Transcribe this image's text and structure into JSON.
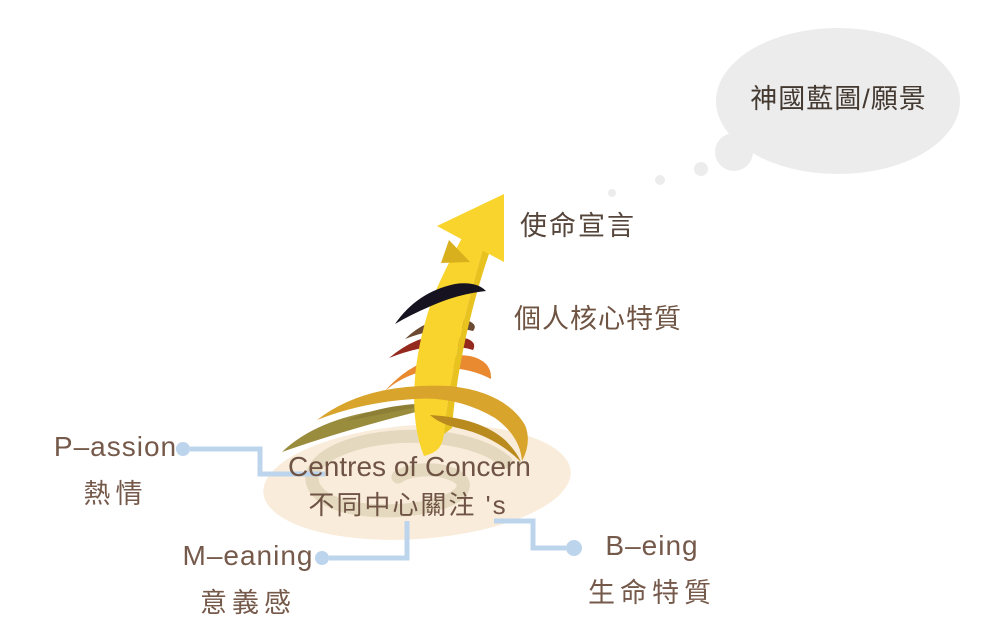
{
  "bubble": {
    "text": "神國藍圖/願景"
  },
  "arrow_labels": {
    "mission": "使命宣言",
    "core": "個人核心特質"
  },
  "base": {
    "en": "Centres of Concern",
    "zh": "不同中心關注 's"
  },
  "callouts": {
    "passion": {
      "en": "P–assion",
      "zh": "熱情"
    },
    "meaning": {
      "en": "M–eaning",
      "zh": "意義感"
    },
    "being": {
      "en": "B–eing",
      "zh": "生命特質"
    }
  },
  "colors": {
    "bubble_gray": "#ECECEC",
    "bubble_text": "#433931",
    "label_brown": "#6F5344",
    "mission_brown": "#55453B",
    "base_cream": "#F9ECDA",
    "base_swirl": "#E4D8BF",
    "connector_blue": "#BCD4EC",
    "arrow_yellow": "#F9D42C",
    "arrow_edge": "#E8C31F",
    "arrow_fold": "#D8AF1D",
    "gold": "#D9A42C",
    "gold_dark": "#B98A1E",
    "olive": "#9A8C3D",
    "olive_dark": "#8E7F37",
    "orange": "#EA8A30",
    "red": "#94291E",
    "ring_brown": "#6B4A33",
    "navy": "#16121F"
  }
}
